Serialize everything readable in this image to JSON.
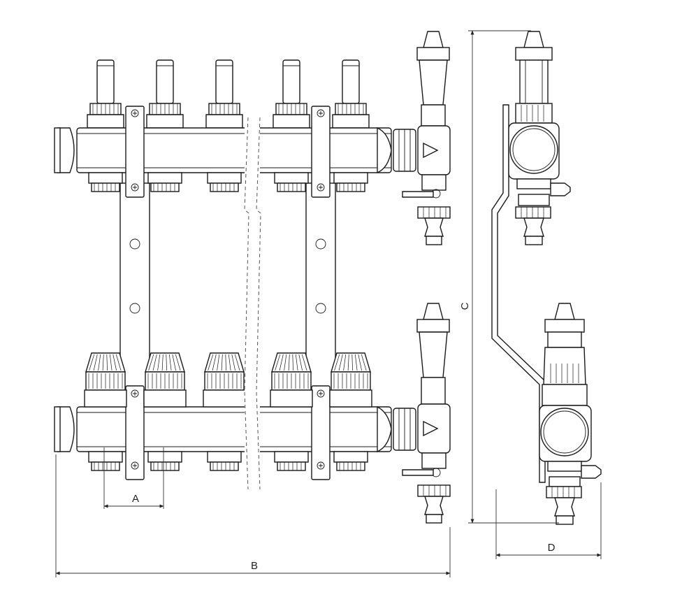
{
  "diagram": {
    "dimension_labels": {
      "a": "A",
      "b": "B",
      "c": "C",
      "d": "D"
    }
  }
}
